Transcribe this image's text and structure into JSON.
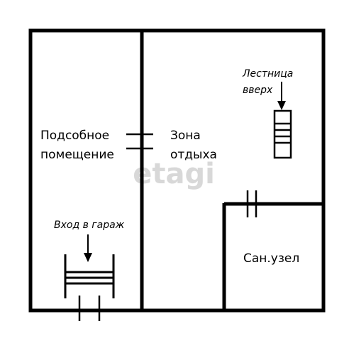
{
  "rooms": {
    "utility_line1": "Подсобное",
    "utility_line2": "помещение",
    "lounge_line1": "Зона",
    "lounge_line2": "отдыха",
    "bathroom": "Сан.узел"
  },
  "annotations": {
    "stairs_line1": "Лестница",
    "stairs_line2": "вверх",
    "garage_entry": "Вход в гараж"
  },
  "watermark": "etagi"
}
